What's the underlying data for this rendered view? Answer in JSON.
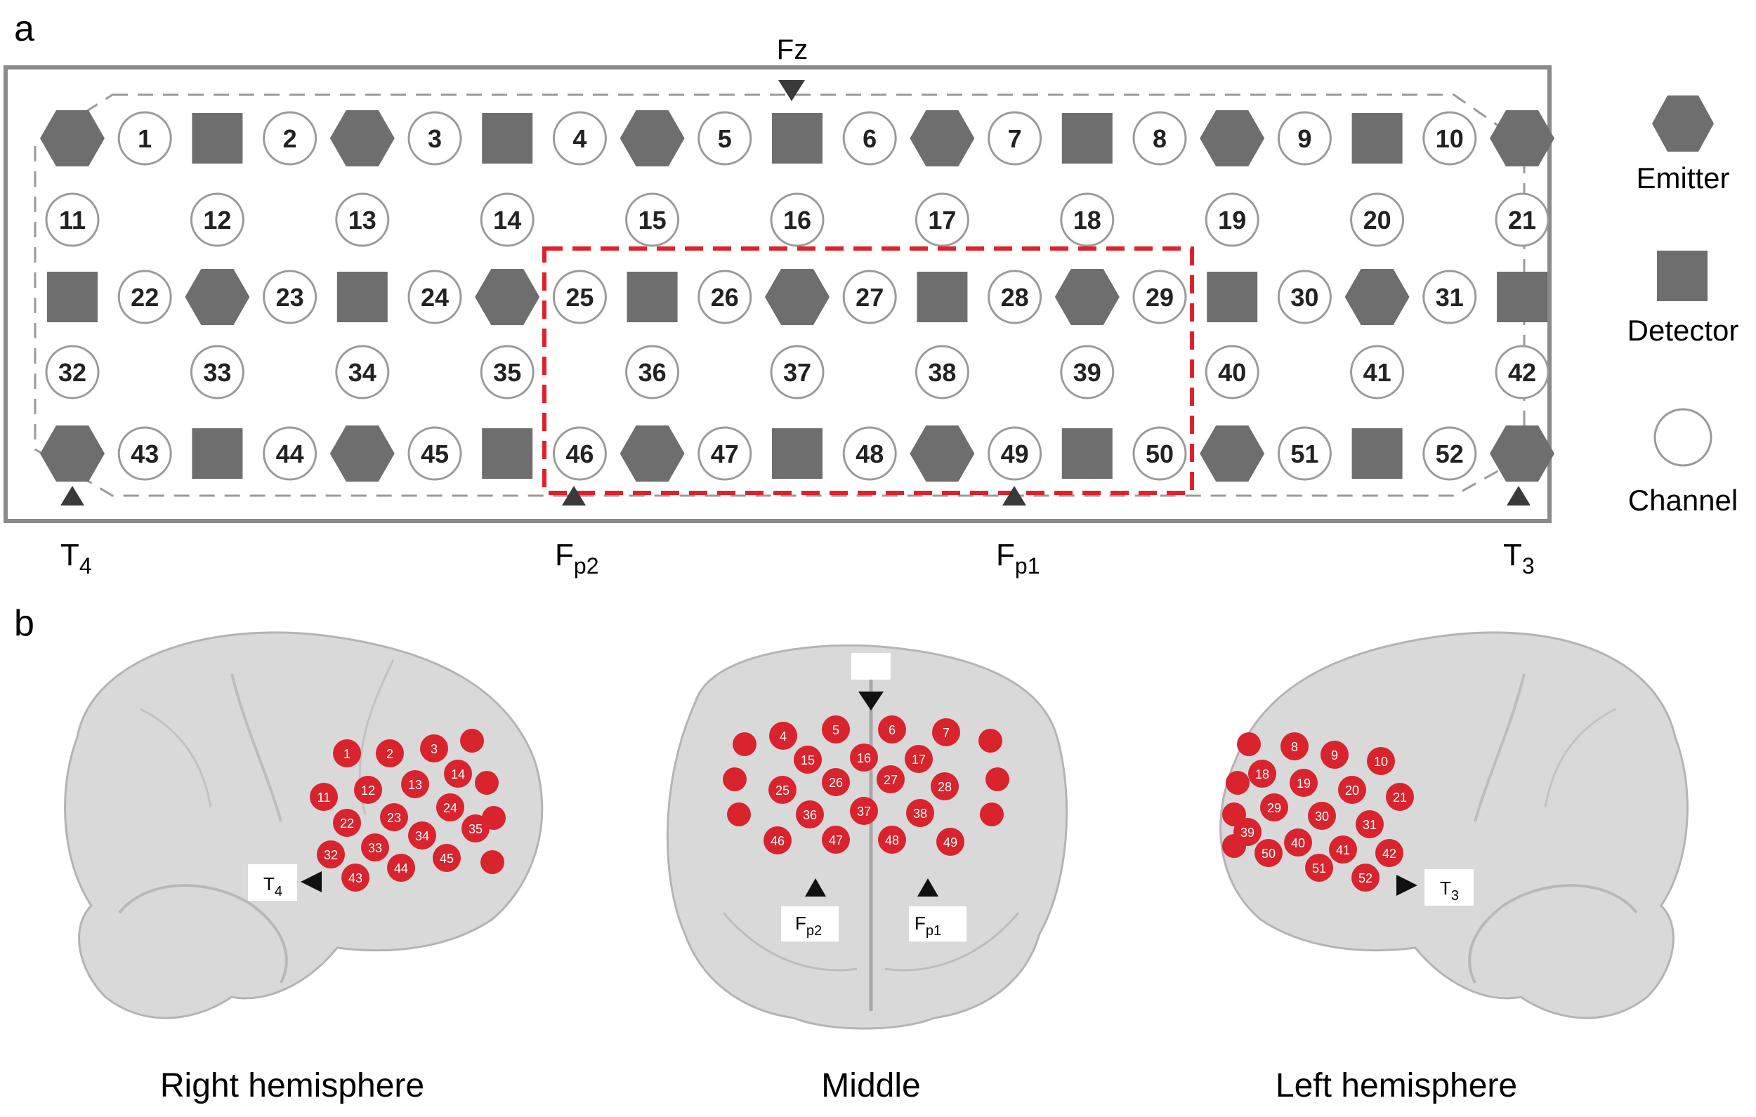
{
  "panel_a": {
    "label": "a",
    "top_marker": "Fz",
    "bottom_markers": [
      {
        "main": "T",
        "sub": "4"
      },
      {
        "main": "F",
        "sub": "p2"
      },
      {
        "main": "F",
        "sub": "p1"
      },
      {
        "main": "T",
        "sub": "3"
      }
    ],
    "legend": [
      {
        "shape": "hexagon",
        "label": "Emitter"
      },
      {
        "shape": "square",
        "label": "Detector"
      },
      {
        "shape": "circle",
        "label": "Channel"
      }
    ],
    "rows": [
      {
        "items": [
          "E",
          "1",
          "D",
          "2",
          "E",
          "3",
          "D",
          "4",
          "E",
          "5",
          "D",
          "6",
          "E",
          "7",
          "D",
          "8",
          "E",
          "9",
          "D",
          "10",
          "E"
        ]
      },
      {
        "items": [
          "11",
          "12",
          "13",
          "14",
          "15",
          "16",
          "17",
          "18",
          "19",
          "20",
          "21"
        ]
      },
      {
        "items": [
          "D",
          "22",
          "E",
          "23",
          "D",
          "24",
          "E",
          "25",
          "D",
          "26",
          "E",
          "27",
          "D",
          "28",
          "E",
          "29",
          "D",
          "30",
          "E",
          "31",
          "D"
        ]
      },
      {
        "items": [
          "32",
          "33",
          "34",
          "35",
          "36",
          "37",
          "38",
          "39",
          "40",
          "41",
          "42"
        ]
      },
      {
        "items": [
          "E",
          "43",
          "D",
          "44",
          "E",
          "45",
          "D",
          "46",
          "E",
          "47",
          "D",
          "48",
          "E",
          "49",
          "D",
          "50",
          "E",
          "51",
          "D",
          "52",
          "E"
        ]
      }
    ],
    "colors": {
      "optode": "#6e6e6e",
      "highlight": "#e0202a",
      "frame": "#8a8a8a",
      "dashed": "#9a9a9a"
    }
  },
  "panel_b": {
    "label": "b",
    "views": [
      {
        "caption": "Right hemisphere",
        "markers": [
          {
            "main": "T",
            "sub": "4"
          }
        ],
        "channels": [
          "1",
          "2",
          "3",
          "11",
          "12",
          "13",
          "14",
          "22",
          "23",
          "24",
          "32",
          "33",
          "34",
          "35",
          "43",
          "44",
          "45"
        ]
      },
      {
        "caption": "Middle",
        "markers": [
          {
            "main": "F",
            "sub": "p2"
          },
          {
            "main": "F",
            "sub": "p1"
          }
        ],
        "channels": [
          "4",
          "5",
          "6",
          "7",
          "15",
          "16",
          "17",
          "25",
          "26",
          "27",
          "28",
          "36",
          "37",
          "38",
          "46",
          "47",
          "48",
          "49"
        ]
      },
      {
        "caption": "Left hemisphere",
        "markers": [
          {
            "main": "T",
            "sub": "3"
          }
        ],
        "channels": [
          "8",
          "9",
          "10",
          "18",
          "19",
          "20",
          "21",
          "29",
          "30",
          "31",
          "39",
          "40",
          "41",
          "42",
          "50",
          "51",
          "52"
        ]
      }
    ],
    "colors": {
      "brain": "#d9d9d9",
      "channel": "#d9232d"
    }
  }
}
